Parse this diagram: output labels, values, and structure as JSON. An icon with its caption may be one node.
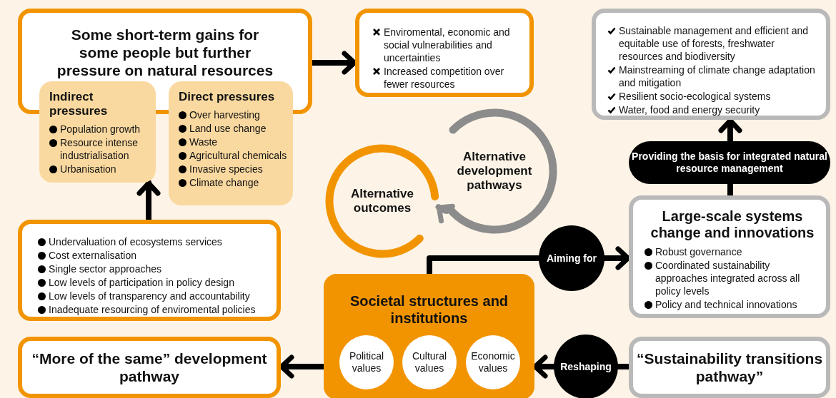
{
  "diagram": {
    "nodes": [
      {
        "text": [
          "Some short-term gains for some people but further pressure on natural resources"
        ]
      },
      {
        "text": [
          "Indirect pressures",
          "Population growth",
          "Resource intense industrialisation",
          "Urbanisation"
        ]
      },
      {
        "text": [
          "Direct pressures",
          "Over harvesting",
          "Land use change",
          "Waste",
          "Agricultural chemicals",
          "Invasive species",
          "Climate change"
        ]
      },
      {
        "text": [
          "Enviromental, economic and social vulnerabilities and uncertainties",
          "Increased competition over fewer resources"
        ]
      },
      {
        "text": [
          "Sustainable management and efficient and equitable use of forests, freshwater resources and biodiversity",
          "Mainstreaming of climate change adaptation and mitigation",
          "Resilient socio-ecological systems",
          "Water, food and energy security"
        ]
      },
      {
        "text": [
          "Providing the basis for integrated natural resource management"
        ]
      },
      {
        "text": [
          "Large-scale systems change and innovations",
          "Robust governance",
          "Coordinated sustainability approaches integrated across all policy levels",
          "Policy and technical innovations"
        ]
      },
      {
        "text": [
          "“Sustainability transitions pathway”"
        ]
      },
      {
        "text": [
          "Reshaping"
        ]
      },
      {
        "text": [
          "Societal structures and institutions"
        ]
      },
      {
        "text": [
          "Political values"
        ],
        "in": 9
      },
      {
        "text": [
          "Cultural values"
        ],
        "in": 9
      },
      {
        "text": [
          "Economic values"
        ],
        "in": 9
      },
      {
        "text": [
          "Aiming for"
        ]
      },
      {
        "text": [
          "“More of the same” development pathway"
        ]
      },
      {
        "text": [
          "Undervaluation of ecosystems services",
          "Cost externalisation",
          "Single sector approaches",
          "Low levels of participation in policy design",
          "Low levels of transparency and accountability",
          "Inadequate resourcing of enviromental policies"
        ]
      },
      {
        "text": [
          "Alternative outcomes"
        ]
      },
      {
        "text": [
          "Alternative development pathways"
        ]
      }
    ],
    "edges": [
      {
        "from": 0,
        "to": 3,
        "arrow": "to"
      },
      {
        "from": 15,
        "to": 1,
        "arrow": "to"
      },
      {
        "from": 6,
        "to": 5,
        "arrow": "none"
      },
      {
        "from": 5,
        "to": 4,
        "arrow": "to"
      },
      {
        "from": 9,
        "to": 13,
        "arrow": "none"
      },
      {
        "from": 13,
        "to": 6,
        "arrow": "to"
      },
      {
        "from": 7,
        "to": 8,
        "arrow": "none"
      },
      {
        "from": 8,
        "to": 9,
        "arrow": "to"
      },
      {
        "from": 9,
        "to": 14,
        "arrow": "to"
      },
      {
        "from": 17,
        "to": 16,
        "arrow": "to",
        "color": "#8c8c8c"
      }
    ]
  }
}
